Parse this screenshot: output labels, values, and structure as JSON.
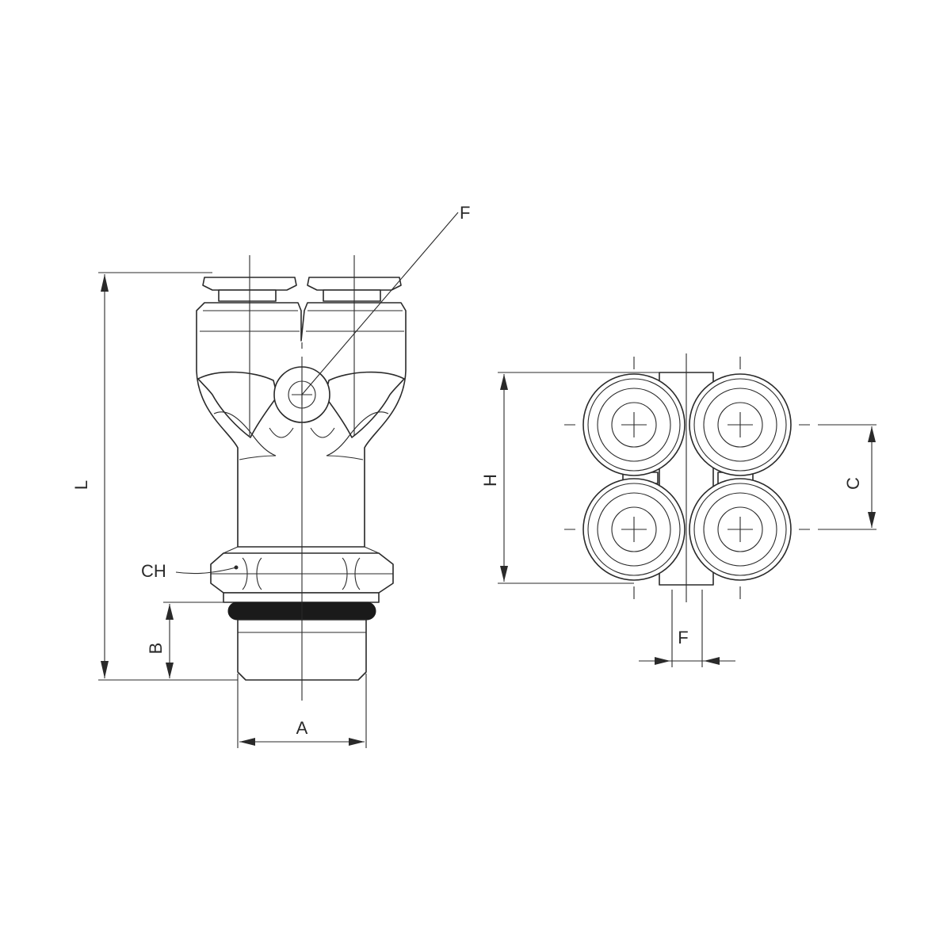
{
  "labels": {
    "L": "L",
    "F_top": "F",
    "CH": "CH",
    "B": "B",
    "A": "A",
    "H": "H",
    "C": "C",
    "F_bottom": "F"
  }
}
